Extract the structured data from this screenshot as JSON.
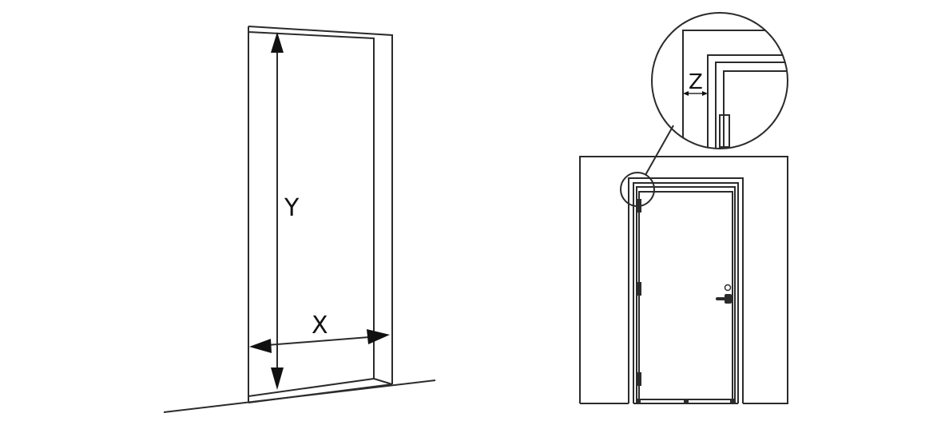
{
  "labels": {
    "height": "Y",
    "width": "X",
    "gap": "Z"
  }
}
